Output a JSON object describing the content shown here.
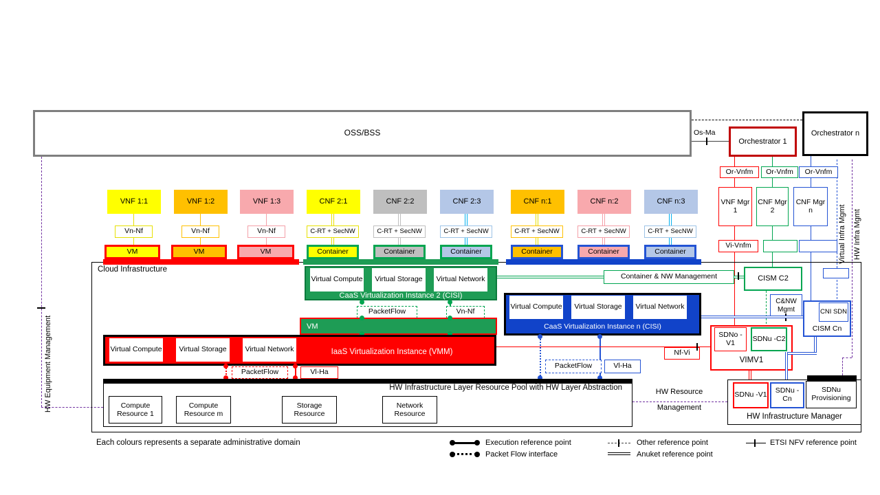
{
  "top": {
    "oss_bss": "OSS/BSS",
    "os_ma": "Os-Ma",
    "orchestrator_1": "Orchestrator 1",
    "orchestrator_n": "Orchestrator n"
  },
  "mano": {
    "or_vnfm_1": "Or-Vnfm",
    "or_vnfm_2": "Or-Vnfm",
    "or_vnfm_n": "Or-Vnfm",
    "vnf_mgr_1": "VNF Mgr 1",
    "cnf_mgr_2": "CNF Mgr 2",
    "cnf_mgr_n": "CNF Mgr n",
    "vi_vnfm": "Vi-Vnfm"
  },
  "side_labels": {
    "hw_equipment_mgmt": "HW Equipment Management",
    "virtual_infra_mgmt": "Virtual Infra Mgmt",
    "hw_infra_mgmt": "HW Infra Mgmt"
  },
  "nf": [
    {
      "label": "VNF 1:1",
      "ref": "Vn-Nf",
      "runtime": "VM"
    },
    {
      "label": "VNF 1:2",
      "ref": "Vn-Nf",
      "runtime": "VM"
    },
    {
      "label": "VNF 1:3",
      "ref": "Vn-Nf",
      "runtime": "VM"
    },
    {
      "label": "CNF 2:1",
      "ref": "C-RT + SecNW",
      "runtime": "Container"
    },
    {
      "label": "CNF 2:2",
      "ref": "C-RT + SecNW",
      "runtime": "Container"
    },
    {
      "label": "CNF 2:3",
      "ref": "C-RT + SecNW",
      "runtime": "Container"
    },
    {
      "label": "CNF n:1",
      "ref": "C-RT + SecNW",
      "runtime": "Container"
    },
    {
      "label": "CNF n:2",
      "ref": "C-RT + SecNW",
      "runtime": "Container"
    },
    {
      "label": "CNF n:3",
      "ref": "C-RT + SecNW",
      "runtime": "Container"
    }
  ],
  "cloud": {
    "label": "Cloud Infrastructure",
    "caas2": {
      "cells": [
        "Virtual Compute",
        "Virtual Storage",
        "Virtual Network"
      ],
      "title": "CaaS Virtualization Instance 2 (CISI)",
      "packetflow": "PacketFlow",
      "vn_nf": "Vn-Nf"
    },
    "vm_bar": "VM",
    "iaas": {
      "cells": [
        "Virtual Compute",
        "Virtual Storage",
        "Virtual Network"
      ],
      "title": "IaaS Virtualization Instance (VMM)",
      "packetflow": "PacketFlow",
      "vl_ha": "Vl-Ha"
    },
    "caasn": {
      "cells": [
        "Virtual Compute",
        "Virtual Storage",
        "Virtual Network"
      ],
      "title": "CaaS Virtualization Instance n (CISI)",
      "packetflow": "PacketFlow",
      "vl_ha": "Vl-Ha"
    },
    "container_nw_mgmt": "Container & NW Management",
    "cism_c2": "CISM C2",
    "cnw_mgmt": "C&NW Mgmt",
    "cism_cn": "CISM Cn",
    "cni_sdn": "CNI SDN",
    "nf_vi": "Nf-Vi",
    "vim": {
      "sdno_v1": "SDNo -V1",
      "sdnu_c2": "SDNu -C2",
      "title": "VIMV1"
    },
    "hw_layer": {
      "title": "HW Infrastructure Layer Resource Pool with HW Layer Abstraction",
      "resources": [
        "Compute Resource 1",
        "Compute Resource m",
        "Storage Resource",
        "Network Resource"
      ]
    },
    "hw_resource_mgmt_line1": "HW Resource",
    "hw_resource_mgmt_line2": "Management",
    "hw_mgr": {
      "sdnu_v1": "SDNu -V1",
      "sdnu_cn": "SDNu -Cn",
      "sdnu_prov": "SDNu Provisioning",
      "title": "HW Infrastructure Manager"
    }
  },
  "footnote": "Each colours represents a separate administrative domain",
  "legend": {
    "execution": "Execution reference point",
    "packet_flow": "Packet Flow interface",
    "other": "Other reference point",
    "anuket": "Anuket reference point",
    "etsi": "ETSI NFV reference point"
  },
  "colors": {
    "red": "#FF0000",
    "dark_red": "#C00000",
    "green": "#00A550",
    "green_fill": "#1E9C55",
    "blue": "#2353D4",
    "blue_fill": "#1143C9",
    "yellow": "#FFFF00",
    "orange": "#FFC000",
    "pink": "#F8A9AD",
    "gray": "#BFBFBF",
    "light_blue": "#B4C7E7",
    "cyan": "#00B0F0",
    "purple": "#7030A0"
  }
}
